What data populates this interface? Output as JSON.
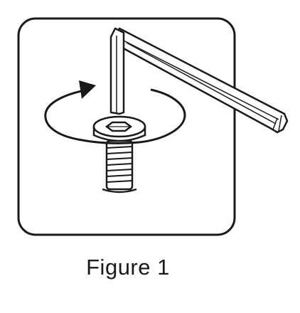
{
  "figure": {
    "caption": "Figure 1"
  },
  "illustration": {
    "subject": "hex-key-tightening-bolt",
    "stroke_color": "#1a1a1a",
    "fill_color": "#ffffff",
    "arrow_direction": "clockwise"
  }
}
